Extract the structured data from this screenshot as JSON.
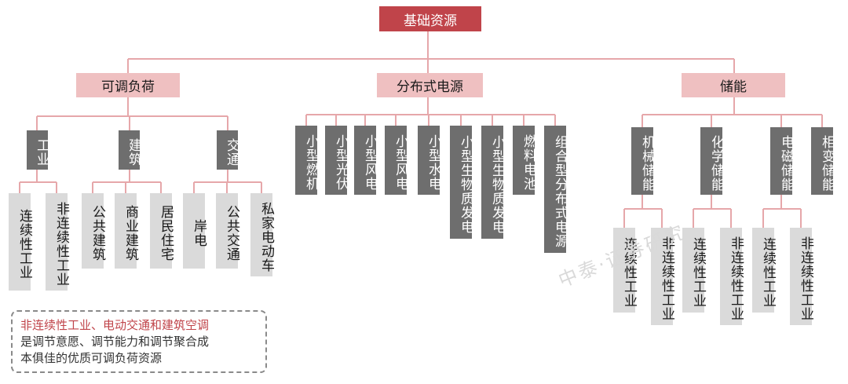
{
  "root": "基础资源",
  "categories": {
    "adjustable_load": {
      "label": "可调负荷",
      "groups": {
        "industry": {
          "label": "工业",
          "items": [
            "连续性工业",
            "非连续性工业"
          ]
        },
        "building": {
          "label": "建筑",
          "items": [
            "公共建筑",
            "商业建筑",
            "居民住宅"
          ]
        },
        "transport": {
          "label": "交通",
          "items": [
            "岸电",
            "公共交通",
            "私家电动车"
          ]
        }
      }
    },
    "distributed_power": {
      "label": "分布式电源",
      "items": [
        "小型燃机",
        "小型光伏",
        "小型风电",
        "小型风电",
        "小型水电",
        "小型生物质发电",
        "小型生物质发电",
        "燃料电池",
        "组合型分布式电源"
      ]
    },
    "storage": {
      "label": "储能",
      "groups": {
        "mechanical": {
          "label": "机械储能",
          "items": [
            "连续性工业",
            "非连续性工业"
          ]
        },
        "chemical": {
          "label": "化学储能",
          "items": [
            "连续性工业",
            "非连续性工业"
          ]
        },
        "electromagnetic": {
          "label": "电磁储能",
          "items": [
            "连续性工业",
            "非连续性工业"
          ]
        },
        "phase_change": {
          "label": "相变储能"
        }
      }
    }
  },
  "note": {
    "highlight": "非连续性工业、电动交通和建筑空调",
    "line2": "是调节意愿、调节能力和调节聚合成",
    "line3": "本俱佳的优质可调负荷资源"
  },
  "watermark": "中泰·证券研究"
}
